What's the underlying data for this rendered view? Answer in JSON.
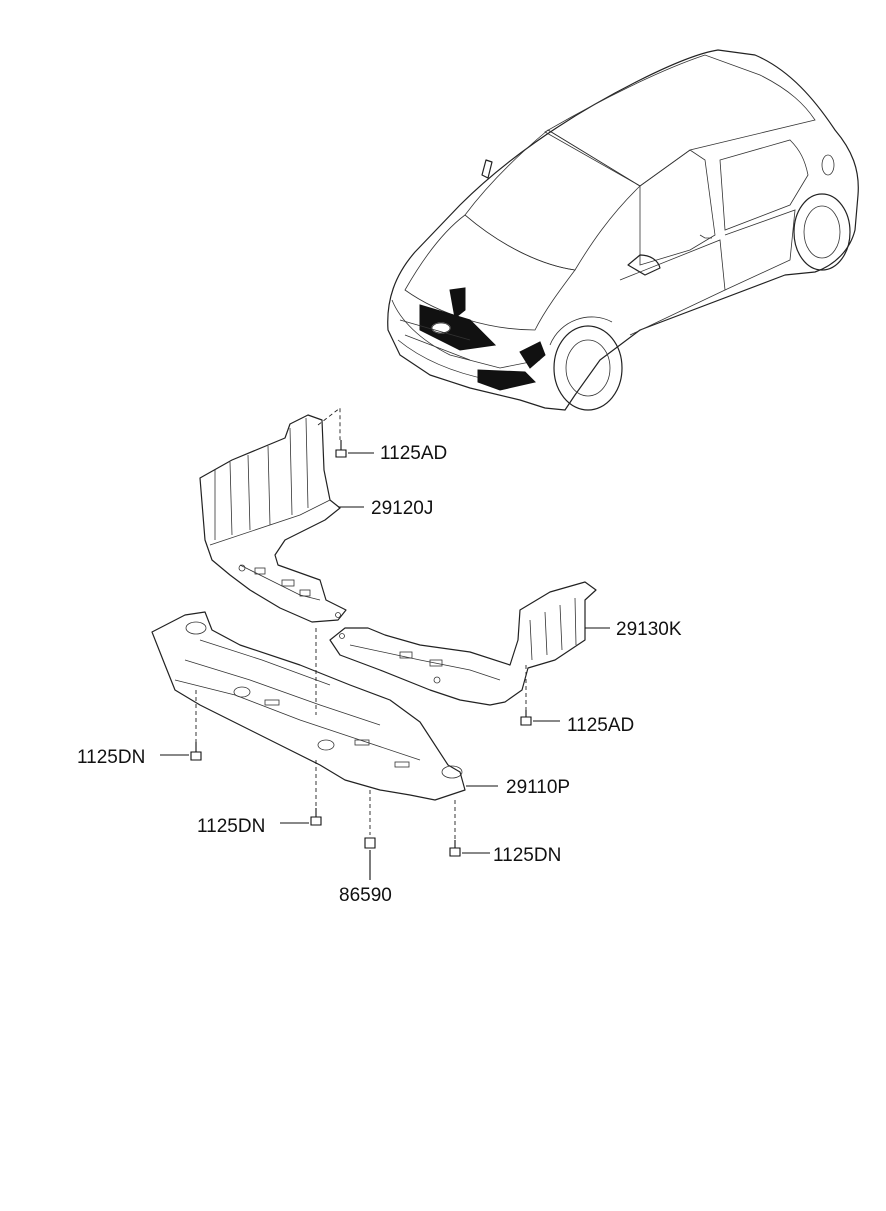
{
  "labels": {
    "bolt_upper_1125AD": "1125AD",
    "cover_29120J": "29120J",
    "cover_29130K": "29130K",
    "bolt_right_1125AD": "1125AD",
    "bolt_left_1125DN": "1125DN",
    "cover_29110P": "29110P",
    "bolt_center_1125DN": "1125DN",
    "bolt_right_1125DN": "1125DN",
    "clip_86590": "86590"
  }
}
